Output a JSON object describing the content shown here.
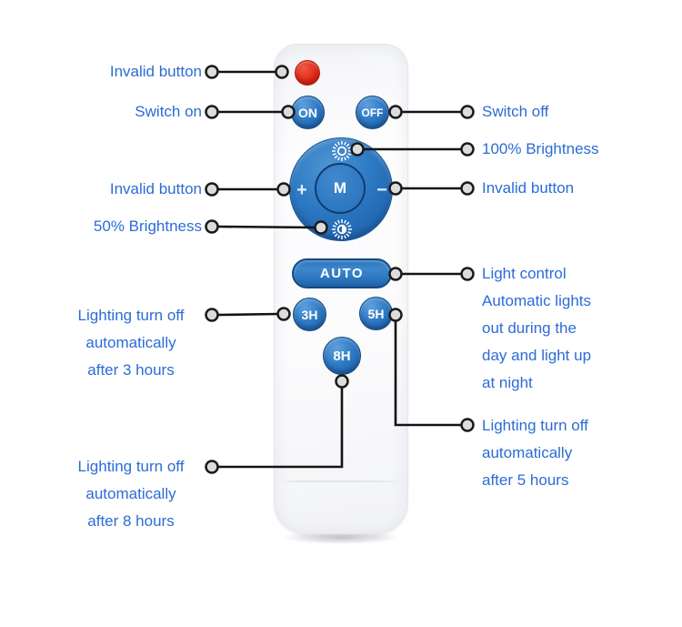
{
  "figure": {
    "description": "Remote control button guide diagram"
  },
  "colors": {
    "label_text": "#2c6cd6",
    "callout_line": "#141414",
    "button_blue": "#2e7ac4",
    "button_red": "#e02b1b",
    "remote_body": "#fbfbfd"
  },
  "icons": {
    "brightness_100": "sun-icon",
    "brightness_50": "sun-half-icon"
  },
  "remote": {
    "buttons": {
      "power_red": "",
      "on": "ON",
      "off": "OFF",
      "plus": "+",
      "mode": "M",
      "minus": "−",
      "auto": "AUTO",
      "timer_3h": "3H",
      "timer_5h": "5H",
      "timer_8h": "8H"
    }
  },
  "callouts": {
    "left": [
      {
        "target": "red-button",
        "lines": [
          "Invalid button"
        ]
      },
      {
        "target": "on-button",
        "lines": [
          "Switch on"
        ]
      },
      {
        "target": "plus-button",
        "lines": [
          "Invalid button"
        ]
      },
      {
        "target": "brightness-50-button",
        "lines": [
          "50% Brightness"
        ]
      },
      {
        "target": "timer-3h-button",
        "lines": [
          "Lighting turn off",
          "automatically",
          "after 3 hours"
        ]
      },
      {
        "target": "timer-8h-button",
        "lines": [
          "Lighting turn off",
          "automatically",
          "after 8 hours"
        ]
      }
    ],
    "right": [
      {
        "target": "off-button",
        "lines": [
          "Switch off"
        ]
      },
      {
        "target": "brightness-100-button",
        "lines": [
          "100% Brightness"
        ]
      },
      {
        "target": "minus-button",
        "lines": [
          "Invalid button"
        ]
      },
      {
        "target": "auto-button",
        "lines": [
          "Light control",
          "Automatic lights",
          "out during the",
          "day and light up",
          "at night"
        ]
      },
      {
        "target": "timer-5h-button",
        "lines": [
          "Lighting turn off",
          "automatically",
          "after 5 hours"
        ]
      }
    ]
  }
}
